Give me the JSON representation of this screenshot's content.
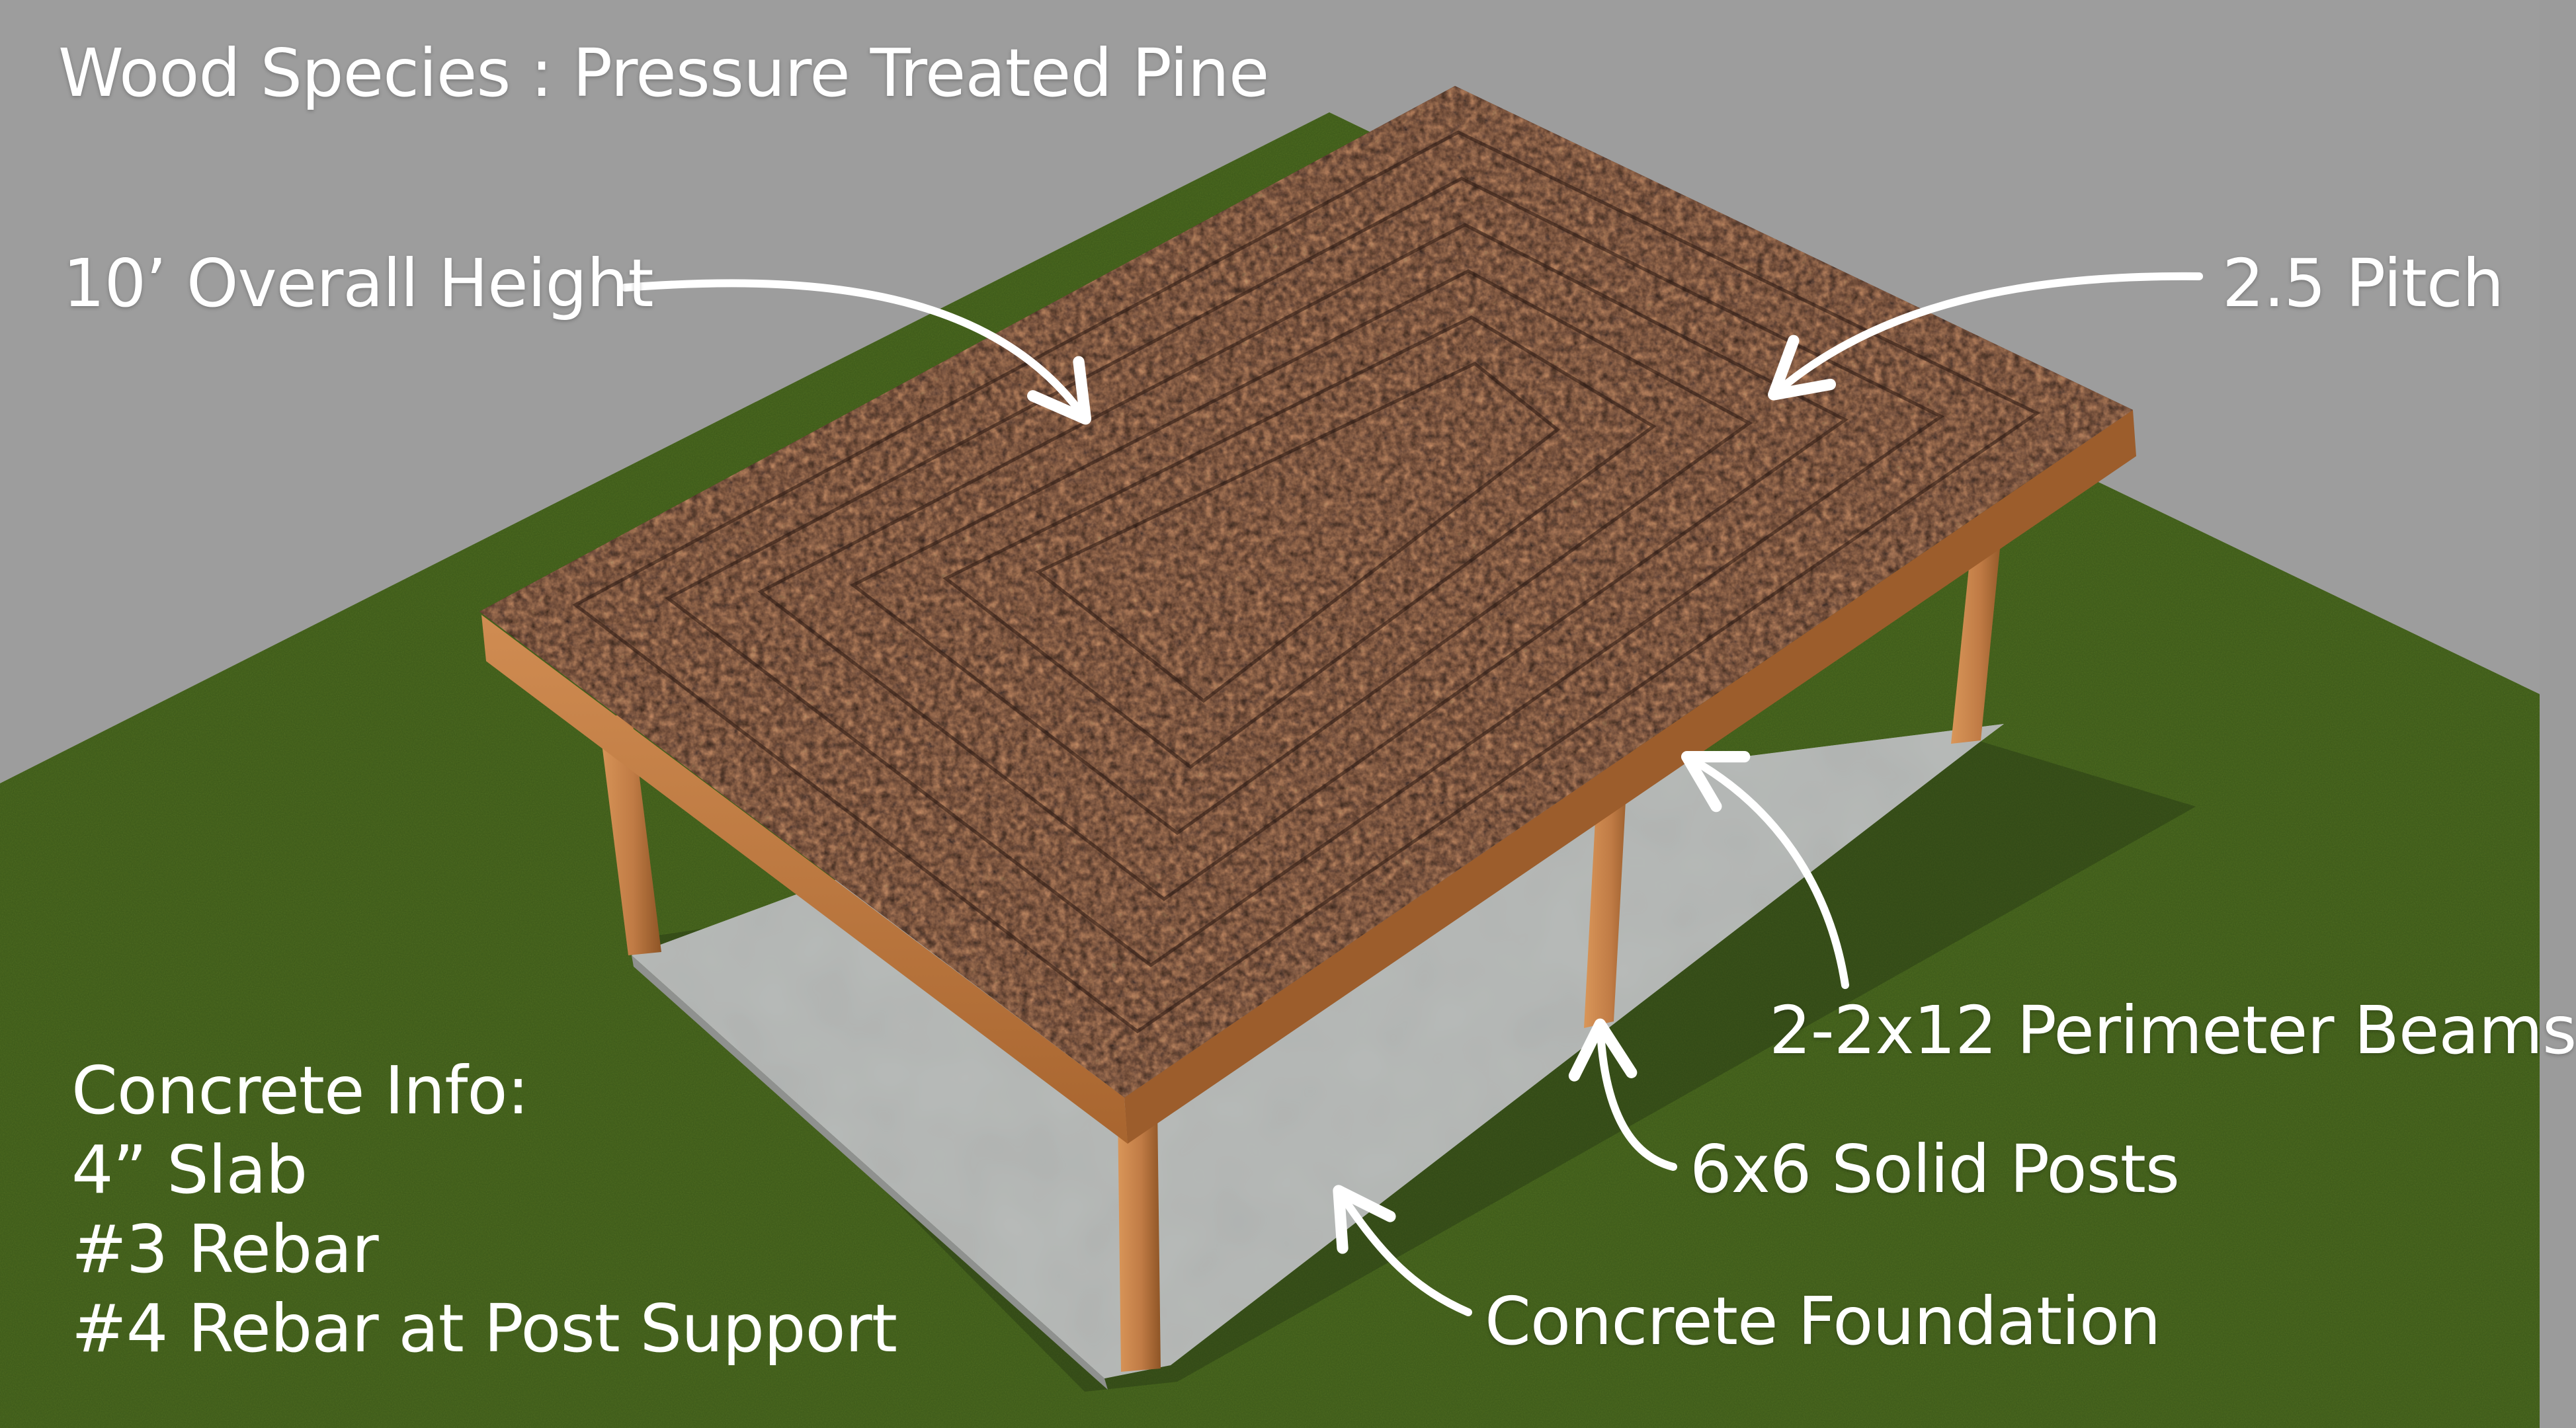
{
  "labels": {
    "wood_species": "Wood Species : Pressure Treated Pine",
    "overall_height": "10’ Overall Height",
    "pitch": "2.5 Pitch",
    "perimeter_beams": "2-2x12 Perimeter Beams",
    "solid_posts": "6x6 Solid Posts",
    "concrete_foundation": "Concrete Foundation"
  },
  "concrete_info": {
    "heading": "Concrete Info:",
    "lines": [
      "4” Slab",
      "#3 Rebar",
      "#4 Rebar at Post Support"
    ]
  },
  "colors": {
    "background": "#9d9d9d",
    "grass": "#4c6a22",
    "roof": "#4e3328",
    "roof_accent": "#b5582e",
    "wood": "#c07b45",
    "concrete": "#b9bcba",
    "text": "#ffffff"
  }
}
